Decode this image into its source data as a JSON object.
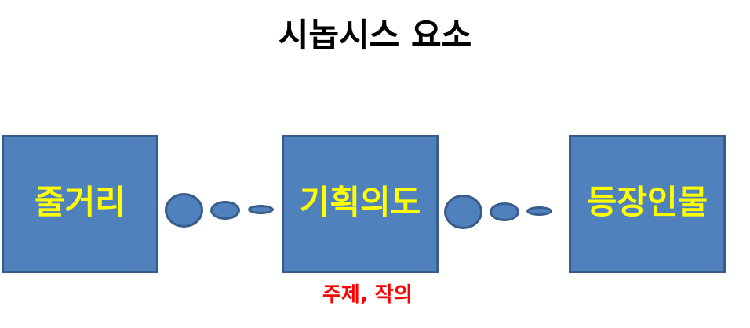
{
  "title": "시놉시스 요소",
  "elements": [
    {
      "label": "줄거리"
    },
    {
      "label": "기획의도"
    },
    {
      "label": "등장인물"
    }
  ],
  "note": "주제, 작의",
  "colors": {
    "box_fill": "#4f81bd",
    "box_border": "#385d8a",
    "box_text": "#ffff00",
    "note_text": "#ff0000"
  }
}
